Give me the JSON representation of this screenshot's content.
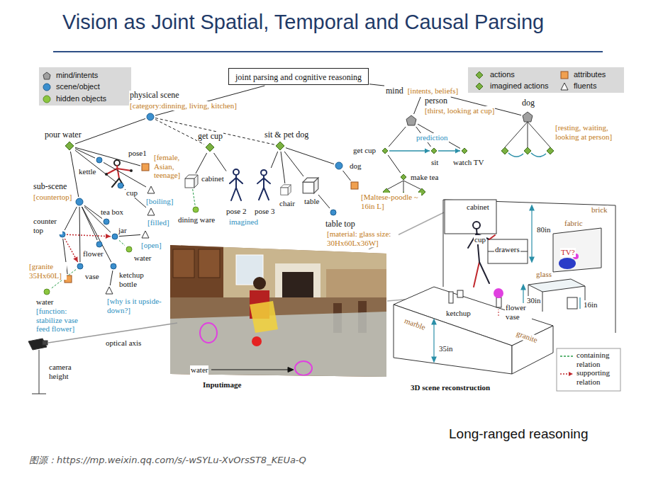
{
  "diagram": {
    "title": "Vision as Joint Spatial, Temporal and Causal Parsing",
    "caption": "图源：https://mp.weixin.qq.com/s/-wSYLu-XvOrsST8_KEUa-Q",
    "nodes": [
      {
        "text": [
          "joint parsing and cognitive reasoning"
        ]
      },
      {
        "text": [
          "physical scene",
          "[category:dinning, living, kitchen]"
        ]
      },
      {
        "text": [
          "mind",
          "[intents, beliefs]"
        ]
      },
      {
        "text": [
          "person",
          "[thirst, looking at cup]"
        ]
      },
      {
        "text": [
          "dog",
          "[resting, waiting, looking at person]"
        ]
      },
      {
        "text": [
          "pour water"
        ]
      },
      {
        "text": [
          "get cup"
        ]
      },
      {
        "text": [
          "sit & pet dog"
        ]
      },
      {
        "text": [
          "pose1",
          "[female, Asian, teenage]"
        ]
      },
      {
        "text": [
          "kettle"
        ]
      },
      {
        "text": [
          "cup"
        ]
      },
      {
        "text": [
          "[boiling]"
        ]
      },
      {
        "text": [
          "[filled]"
        ]
      },
      {
        "text": [
          "sub-scene",
          "[countertop]"
        ]
      },
      {
        "text": [
          "counter top"
        ]
      },
      {
        "text": [
          "[granite 35Hx60L]"
        ]
      },
      {
        "text": [
          "tea box"
        ]
      },
      {
        "text": [
          "jar"
        ]
      },
      {
        "text": [
          "[open]"
        ]
      },
      {
        "text": [
          "water"
        ]
      },
      {
        "text": [
          "flower"
        ]
      },
      {
        "text": [
          "vase"
        ]
      },
      {
        "text": [
          "water",
          "[function: stabilize vase feed flower]"
        ]
      },
      {
        "text": [
          "ketchup bottle"
        ]
      },
      {
        "text": [
          "[why is it upside-down?]"
        ]
      },
      {
        "text": [
          "cabinet"
        ]
      },
      {
        "text": [
          "dining ware"
        ]
      },
      {
        "text": [
          "pose 2"
        ]
      },
      {
        "text": [
          "pose 3"
        ]
      },
      {
        "text": [
          "chair"
        ]
      },
      {
        "text": [
          "table"
        ]
      },
      {
        "text": [
          "dog"
        ]
      },
      {
        "text": [
          "[Maltese-poodle ~ 16in L]"
        ]
      },
      {
        "text": [
          "table top",
          "[material: glass size: 30Hx60Lx36W]"
        ]
      },
      {
        "text": [
          "get cup"
        ]
      },
      {
        "text": [
          "make tea"
        ]
      },
      {
        "text": [
          "sit"
        ]
      },
      {
        "text": [
          "watch TV"
        ]
      }
    ],
    "edges": [
      {
        "from": 0,
        "to": 1,
        "arrow": "none"
      },
      {
        "from": 0,
        "to": 2,
        "arrow": "none"
      },
      {
        "from": 2,
        "to": 3,
        "arrow": "none"
      },
      {
        "from": 2,
        "to": 4,
        "arrow": "none"
      },
      {
        "from": 1,
        "to": 5,
        "arrow": "none"
      },
      {
        "from": 1,
        "to": 6,
        "arrow": "none"
      },
      {
        "from": 1,
        "to": 7,
        "arrow": "none"
      },
      {
        "from": 5,
        "to": 8,
        "arrow": "none"
      },
      {
        "from": 5,
        "to": 9,
        "arrow": "none"
      },
      {
        "from": 5,
        "to": 10,
        "arrow": "none"
      },
      {
        "from": 5,
        "to": 13,
        "arrow": "none"
      },
      {
        "from": 9,
        "to": 11,
        "arrow": "none"
      },
      {
        "from": 10,
        "to": 12,
        "arrow": "none"
      },
      {
        "from": 13,
        "to": 14,
        "arrow": "none"
      },
      {
        "from": 13,
        "to": 16,
        "arrow": "none"
      },
      {
        "from": 13,
        "to": 17,
        "arrow": "none"
      },
      {
        "from": 13,
        "to": 20,
        "arrow": "none"
      },
      {
        "from": 13,
        "to": 21,
        "arrow": "none"
      },
      {
        "from": 13,
        "to": 23,
        "arrow": "none"
      },
      {
        "from": 14,
        "to": 15,
        "arrow": "none"
      },
      {
        "from": 17,
        "to": 18,
        "arrow": "none"
      },
      {
        "from": 17,
        "to": 19,
        "arrow": "none"
      },
      {
        "from": 21,
        "to": 22,
        "arrow": "none"
      },
      {
        "from": 14,
        "to": 17,
        "arrow": "to"
      },
      {
        "from": 14,
        "to": 21,
        "arrow": "to"
      },
      {
        "from": 23,
        "to": 24,
        "arrow": "none"
      },
      {
        "from": 6,
        "to": 25,
        "arrow": "none"
      },
      {
        "from": 25,
        "to": 26,
        "arrow": "none"
      },
      {
        "from": 6,
        "to": 27,
        "arrow": "none"
      },
      {
        "from": 7,
        "to": 28,
        "arrow": "none"
      },
      {
        "from": 7,
        "to": 29,
        "arrow": "none"
      },
      {
        "from": 7,
        "to": 30,
        "arrow": "none"
      },
      {
        "from": 7,
        "to": 31,
        "arrow": "none"
      },
      {
        "from": 31,
        "to": 32,
        "arrow": "none"
      },
      {
        "from": 30,
        "to": 33,
        "arrow": "none"
      },
      {
        "from": 3,
        "to": 34,
        "arrow": "none"
      },
      {
        "from": 3,
        "to": 36,
        "arrow": "none"
      },
      {
        "from": 3,
        "to": 37,
        "arrow": "none"
      },
      {
        "from": 34,
        "to": 35,
        "arrow": "none"
      },
      {
        "from": 34,
        "to": 36,
        "arrow": "to"
      },
      {
        "from": 36,
        "to": 37,
        "arrow": "to"
      }
    ],
    "labels": [
      "imagined",
      "prediction",
      "optical axis",
      "camera height",
      "water",
      "Inputimage",
      "cabinet",
      "brick",
      "fabric",
      "80in",
      "cup",
      "drawers",
      "TV?",
      "glass",
      "30in",
      "16in",
      "ketchup",
      "flower vase",
      "35in",
      "marble",
      "granite",
      "3D scene reconstruction",
      "Long-ranged reasoning"
    ],
    "legend": [
      {
        "text": "mind/intents"
      },
      {
        "text": "scene/object",
        "color": "#3b8fce"
      },
      {
        "text": "hidden objects",
        "color": "#8cc63f"
      },
      {
        "text": "actions",
        "color": "#7ab040"
      },
      {
        "text": "imagined actions",
        "color": "#7ab040"
      },
      {
        "text": "attributes",
        "color": "#f0a050"
      },
      {
        "text": "fluents"
      },
      {
        "text": "containing relation"
      },
      {
        "text": "supporting relation"
      }
    ]
  }
}
